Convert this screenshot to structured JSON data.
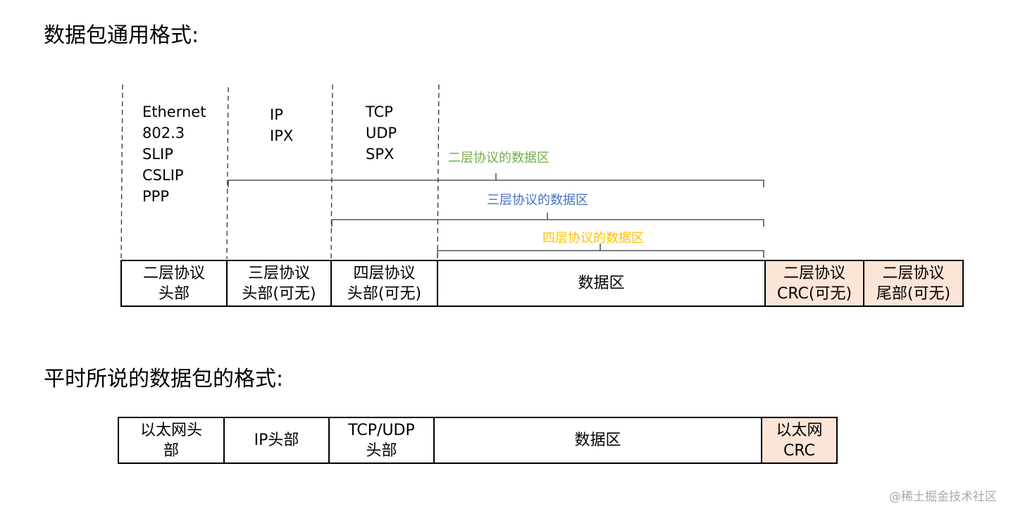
{
  "diagram": {
    "title_generic": "数据包通用格式:",
    "protocol_columns": [
      {
        "lines": [
          "Ethernet",
          "802.3",
          "SLIP",
          "CSLIP",
          "PPP"
        ]
      },
      {
        "lines": [
          "IP",
          "IPX"
        ]
      },
      {
        "lines": [
          "TCP",
          "UDP",
          "SPX"
        ]
      }
    ],
    "brackets": [
      {
        "label": "二层协议的数据区",
        "color": "#70ad47"
      },
      {
        "label": "三层协议的数据区",
        "color": "#4472c4"
      },
      {
        "label": "四层协议的数据区",
        "color": "#ffc000"
      }
    ],
    "generic_row": [
      {
        "lines": [
          "二层协议",
          "头部"
        ],
        "highlight": false
      },
      {
        "lines": [
          "三层协议",
          "头部(可无)"
        ],
        "highlight": false
      },
      {
        "lines": [
          "四层协议",
          "头部(可无)"
        ],
        "highlight": false
      },
      {
        "lines": [
          "数据区"
        ],
        "highlight": false
      },
      {
        "lines": [
          "二层协议",
          "CRC(可无)"
        ],
        "highlight": true
      },
      {
        "lines": [
          "二层协议",
          "尾部(可无)"
        ],
        "highlight": true
      }
    ],
    "title_common": "平时所说的数据包的格式:",
    "common_row": [
      {
        "lines": [
          "以太网头",
          "部"
        ],
        "highlight": false
      },
      {
        "lines": [
          "IP头部"
        ],
        "highlight": false
      },
      {
        "lines": [
          "TCP/UDP",
          "头部"
        ],
        "highlight": false
      },
      {
        "lines": [
          "数据区"
        ],
        "highlight": false
      },
      {
        "lines": [
          "以太网",
          "CRC"
        ],
        "highlight": true
      }
    ],
    "watermark": "@稀土掘金技术社区"
  }
}
